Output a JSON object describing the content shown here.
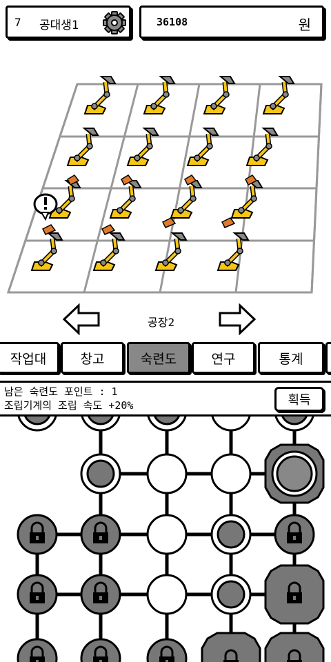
{
  "header": {
    "level": "7",
    "player_name": "공대생1",
    "money": "36108",
    "currency": "원",
    "settings_icon": "gear-icon"
  },
  "factory": {
    "name": "공장2",
    "prev_icon": "arrow-left-icon",
    "next_icon": "arrow-right-icon",
    "alert_icon": "exclamation-bubble-icon",
    "robot_icon": "robot-arm-icon",
    "colors": {
      "robot": "#f5c518",
      "arm_head": "#777777",
      "part": "#e07a2c",
      "grid": "#999999"
    }
  },
  "tabs": [
    {
      "label": "작업대",
      "active": false
    },
    {
      "label": "창고",
      "active": false
    },
    {
      "label": "숙련도",
      "active": true
    },
    {
      "label": "연구",
      "active": false
    },
    {
      "label": "통계",
      "active": false
    }
  ],
  "skill": {
    "points_line": "남은 숙련도 포인트 : 1",
    "effect_line": "조립기계의 조립 속도 +20%",
    "acquire_label": "획득"
  },
  "tree": {
    "lock_icon": "lock-icon",
    "colors": {
      "locked": "#777777",
      "owned_ring": "#555555",
      "available": "#ffffff"
    }
  }
}
